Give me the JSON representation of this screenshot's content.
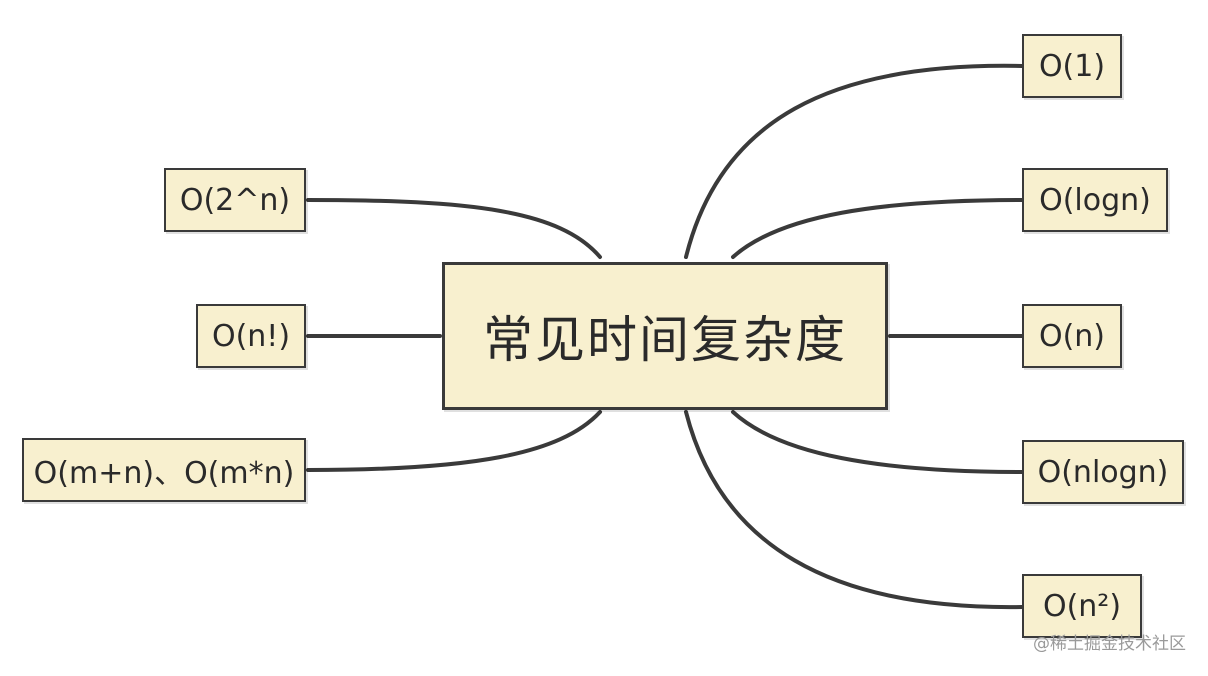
{
  "center": {
    "label": "常见时间复杂度"
  },
  "left_nodes": [
    {
      "label": "O(2^n)"
    },
    {
      "label": "O(n!)"
    },
    {
      "label": "O(m+n)、O(m*n)"
    }
  ],
  "right_nodes": [
    {
      "label": "O(1)"
    },
    {
      "label": "O(logn)"
    },
    {
      "label": "O(n)"
    },
    {
      "label": "O(nlogn)"
    },
    {
      "label": "O(n²)"
    }
  ],
  "watermark": {
    "text": "@稀土掘金技术社区"
  },
  "colors": {
    "node_fill": "#f8f0cf",
    "stroke": "#3a3a3a",
    "text": "#2a2a2a",
    "watermark": "#9a9a9a"
  }
}
